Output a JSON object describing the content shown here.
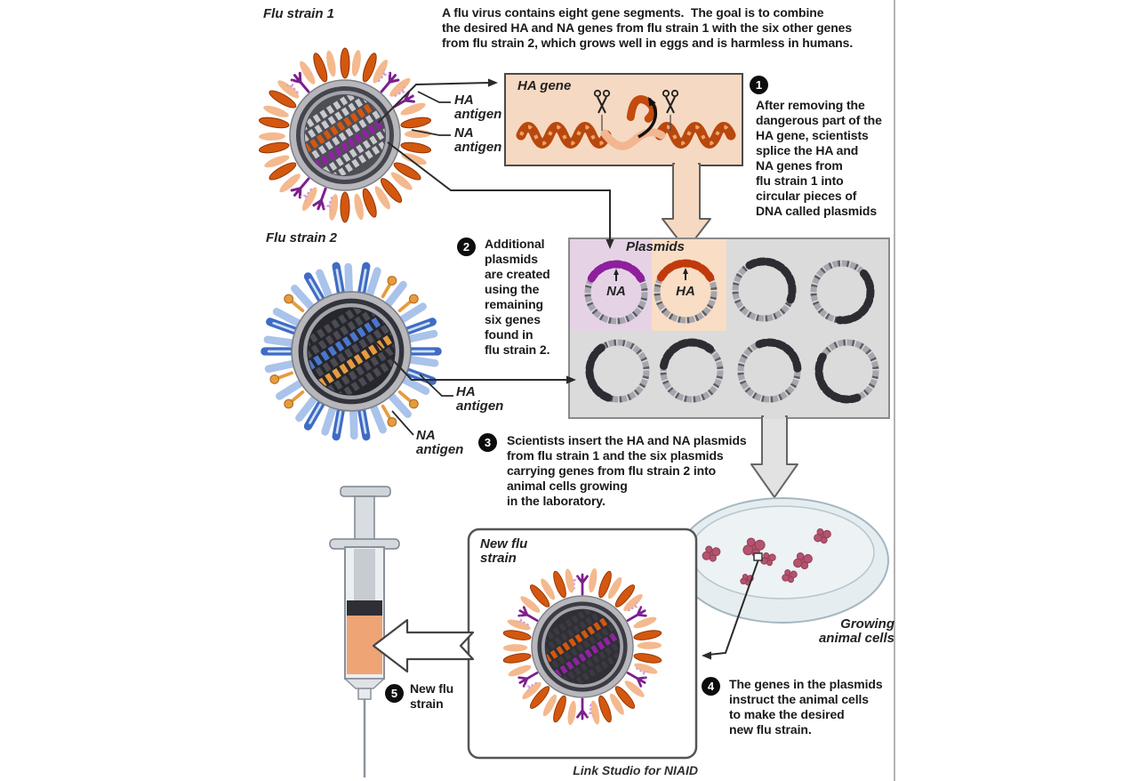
{
  "colors": {
    "ha_orange": "#d4570f",
    "ha_orange_dark": "#8f3404",
    "ha_orange_light": "#f4b98e",
    "na_purple": "#7c1f8e",
    "na_purple_light": "#cfa0d8",
    "flu2_blue": "#3f6cc4",
    "flu2_blue_light": "#a9c3ea",
    "flu2_na_orange": "#e79b3f",
    "peach_box": "#f6d9c2",
    "lavender_cell": "#e5d3e5",
    "gray_box": "#dbdbdb",
    "petri_fill": "#e6edf0",
    "cell_pink": "#b5536e",
    "liquid_orange": "#efa475",
    "line_dark": "#2b2b2b"
  },
  "intro": "A flu virus contains eight gene segments.  The goal is to combine\nthe desired HA and NA genes from flu strain 1 with the six other genes\nfrom flu strain 2, which grows well in eggs and is harmless in humans.",
  "labels": {
    "flu_strain_1": "Flu strain 1",
    "flu_strain_2": "Flu strain 2",
    "ha_gene_box": "HA gene",
    "plasmids_box": "Plasmids",
    "plasmid_na": "NA",
    "plasmid_ha": "HA",
    "ha_antigen": "HA\nantigen",
    "na_antigen": "NA\nantigen",
    "growing_cells": "Growing\nanimal cells",
    "new_flu_strain_box": "New flu\nstrain",
    "credit": "Link Studio for NIAID"
  },
  "steps": [
    {
      "num": "1",
      "text": "After removing the\ndangerous part of the\nHA gene, scientists\nsplice the HA and\nNA genes from\nflu strain 1 into\ncircular pieces of\nDNA called plasmids"
    },
    {
      "num": "2",
      "text": "Additional\nplasmids\nare created\nusing the\nremaining\nsix genes\nfound in\nflu strain 2."
    },
    {
      "num": "3",
      "text": "Scientists insert the HA and NA plasmids\nfrom flu strain 1 and the six plasmids\ncarrying genes from flu strain 2 into\nanimal cells growing\nin the laboratory."
    },
    {
      "num": "4",
      "text": "The genes in the plasmids\ninstruct the animal cells\nto make the desired\nnew flu strain."
    },
    {
      "num": "5",
      "text": "New flu\nstrain"
    }
  ]
}
